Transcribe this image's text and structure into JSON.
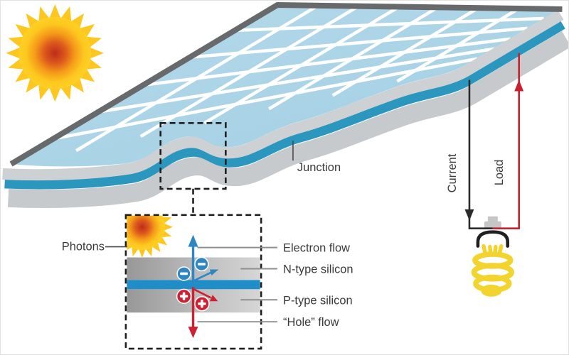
{
  "panel": {
    "junction_label": "Junction"
  },
  "inset": {
    "photons_label": "Photons",
    "electron_flow_label": "Electron flow",
    "n_type_label": "N-type silicon",
    "p_type_label": "P-type silicon",
    "hole_flow_label": "“Hole” flow"
  },
  "circuit": {
    "current_label": "Current",
    "load_label": "Load"
  },
  "icons": {
    "sun": "sun-icon",
    "inset_sun": "sun-icon-small",
    "bulb": "light-bulb-icon",
    "electron_charge": "minus-circle-icon",
    "hole_charge": "plus-circle-icon"
  },
  "colors": {
    "panel_top": "#a9d3e6",
    "panel_side_gray": "#ced1d3",
    "panel_side_gray_dark": "#c7cacc",
    "panel_rim": "#67696b",
    "junction": "#2b97bf",
    "inset_junction": "#1f8dc8",
    "electron": "#2e86c4",
    "hole": "#cd2032",
    "sun_spikes": "#fdc71f",
    "wire_current": "#2b2b2b",
    "wire_load": "#c8202f",
    "bulb": "#f3d42e",
    "label_text": "#3a3a3a"
  }
}
